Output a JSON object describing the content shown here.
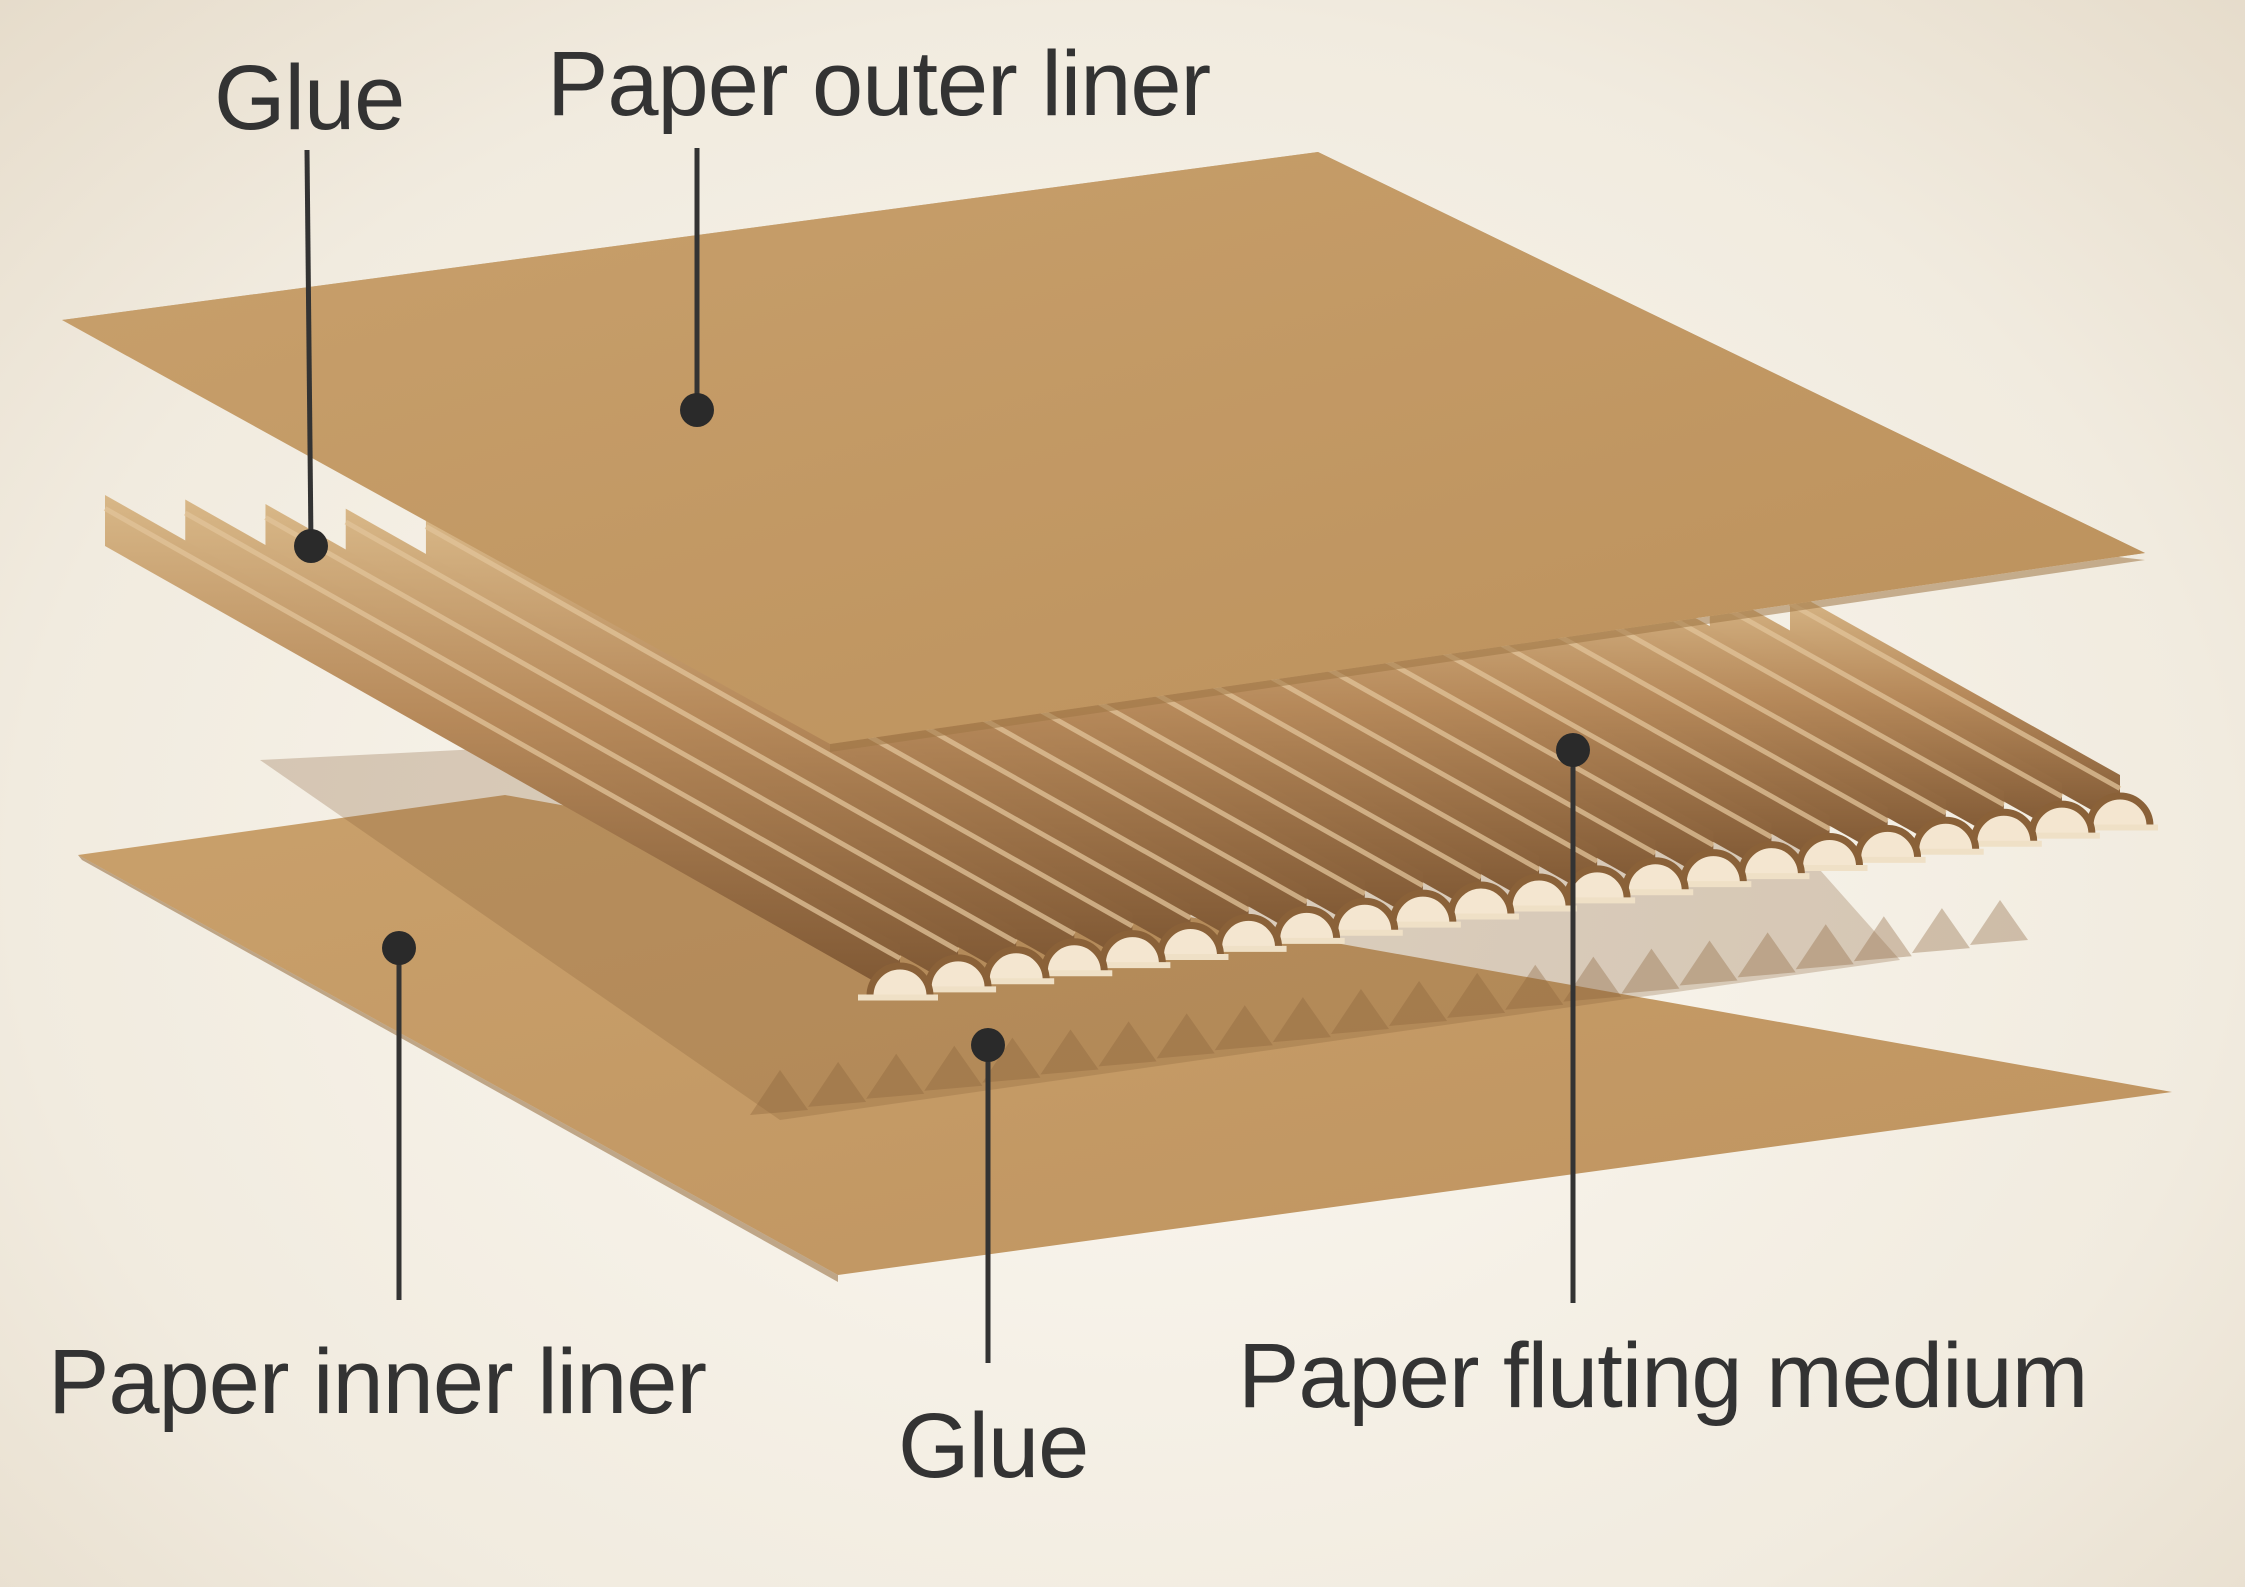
{
  "labels": {
    "glue_top": "Glue",
    "outer_liner": "Paper outer liner",
    "inner_liner": "Paper inner liner",
    "glue_bottom": "Glue",
    "fluting_medium": "Paper fluting medium"
  },
  "colors": {
    "outer_liner": "#c39a66",
    "inner_liner": "#c49a66",
    "flute": "#b88c5a",
    "flute_dark": "#8a6138",
    "flute_light": "#e2c49a",
    "leader": "#333333",
    "text": "#333333"
  },
  "flute_count": 22
}
